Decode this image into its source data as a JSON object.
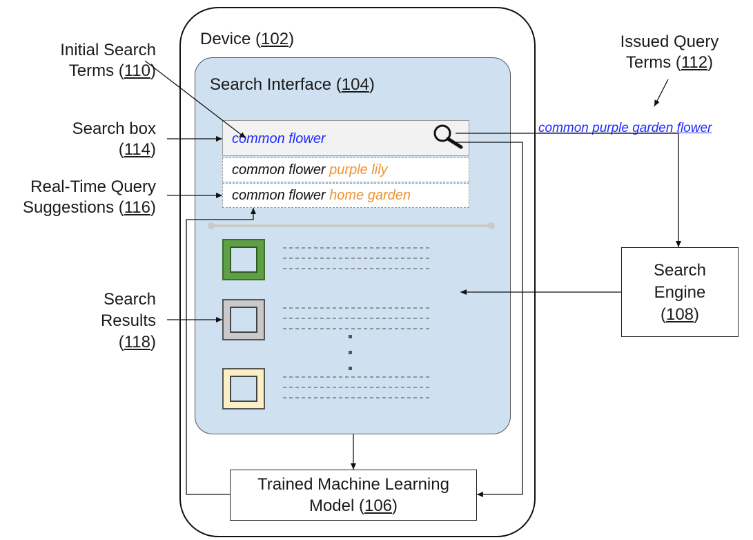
{
  "device": {
    "text": "Device (",
    "ref": "102",
    "close": ")"
  },
  "search_interface": {
    "text": "Search Interface (",
    "ref": "104",
    "close": ")"
  },
  "search_box": {
    "query": "common flower"
  },
  "suggestions": [
    {
      "base": "common flower ",
      "addition": "purple lily"
    },
    {
      "base": "common flower ",
      "addition": "home garden"
    }
  ],
  "issued_query": "common purple garden flower",
  "labels": {
    "initial_search_terms": {
      "line1": "Initial Search",
      "line2": "Terms (",
      "ref": "110",
      "close": ")"
    },
    "search_box": {
      "line1": "Search box",
      "open": "(",
      "ref": "114",
      "close": ")"
    },
    "real_time_suggestions": {
      "line1": "Real-Time Query",
      "line2": "Suggestions (",
      "ref": "116",
      "close": ")"
    },
    "search_results": {
      "line1": "Search",
      "line2": "Results",
      "open": "(",
      "ref": "118",
      "close": ")"
    },
    "issued_query_terms": {
      "line1": "Issued Query",
      "line2": "Terms (",
      "ref": "112",
      "close": ")"
    }
  },
  "search_engine": {
    "line1": "Search",
    "line2": "Engine",
    "open": "(",
    "ref": "108",
    "close": ")"
  },
  "model": {
    "line1": "Trained Machine Learning",
    "line2": "Model (",
    "ref": "106",
    "close": ")"
  },
  "colors": {
    "panel": "#cfe0f0",
    "query_blue": "#1f2bff",
    "suggestion_orange": "#f0922f",
    "thumb_green": "#5f9f45",
    "thumb_gray": "#c9c9c9",
    "thumb_yellow": "#fbefc6"
  },
  "icons": {
    "search": "magnifier-icon"
  }
}
